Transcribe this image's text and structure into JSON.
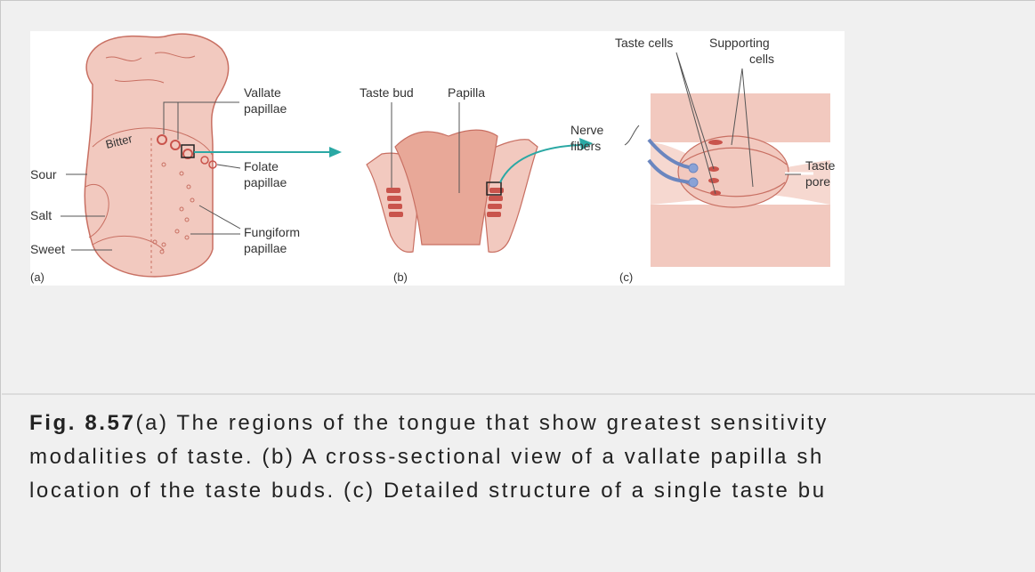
{
  "figure": {
    "panel_a": {
      "tag": "(a)",
      "region_bitter": "Bitter",
      "label_sour": "Sour",
      "label_salt": "Salt",
      "label_sweet": "Sweet",
      "vallate_1": "Vallate",
      "vallate_2": "papillae",
      "folate_1": "Folate",
      "folate_2": "papillae",
      "fungiform_1": "Fungiform",
      "fungiform_2": "papillae"
    },
    "panel_b": {
      "tag": "(b)",
      "taste_bud": "Taste bud",
      "papilla": "Papilla"
    },
    "panel_c": {
      "tag": "(c)",
      "taste_cells": "Taste cells",
      "supporting_1": "Supporting",
      "supporting_2": "cells",
      "nerve_1": "Nerve",
      "nerve_2": "fibers",
      "taste_pore_1": "Taste",
      "taste_pore_2": "pore"
    },
    "colors": {
      "tissue": "#f0c4b8",
      "tissue_dark": "#c9544c",
      "outline": "#c86f62",
      "arrow": "#2aa8a4",
      "nerve": "#6b86bf"
    }
  },
  "caption": {
    "label": "Fig. 8.57",
    "line1": "(a) The regions of the tongue that show greatest sensitivity",
    "line2": "modalities of taste. (b) A cross-sectional view of a vallate papilla sh",
    "line3": "location of the taste buds. (c) Detailed structure of a single taste bu"
  }
}
